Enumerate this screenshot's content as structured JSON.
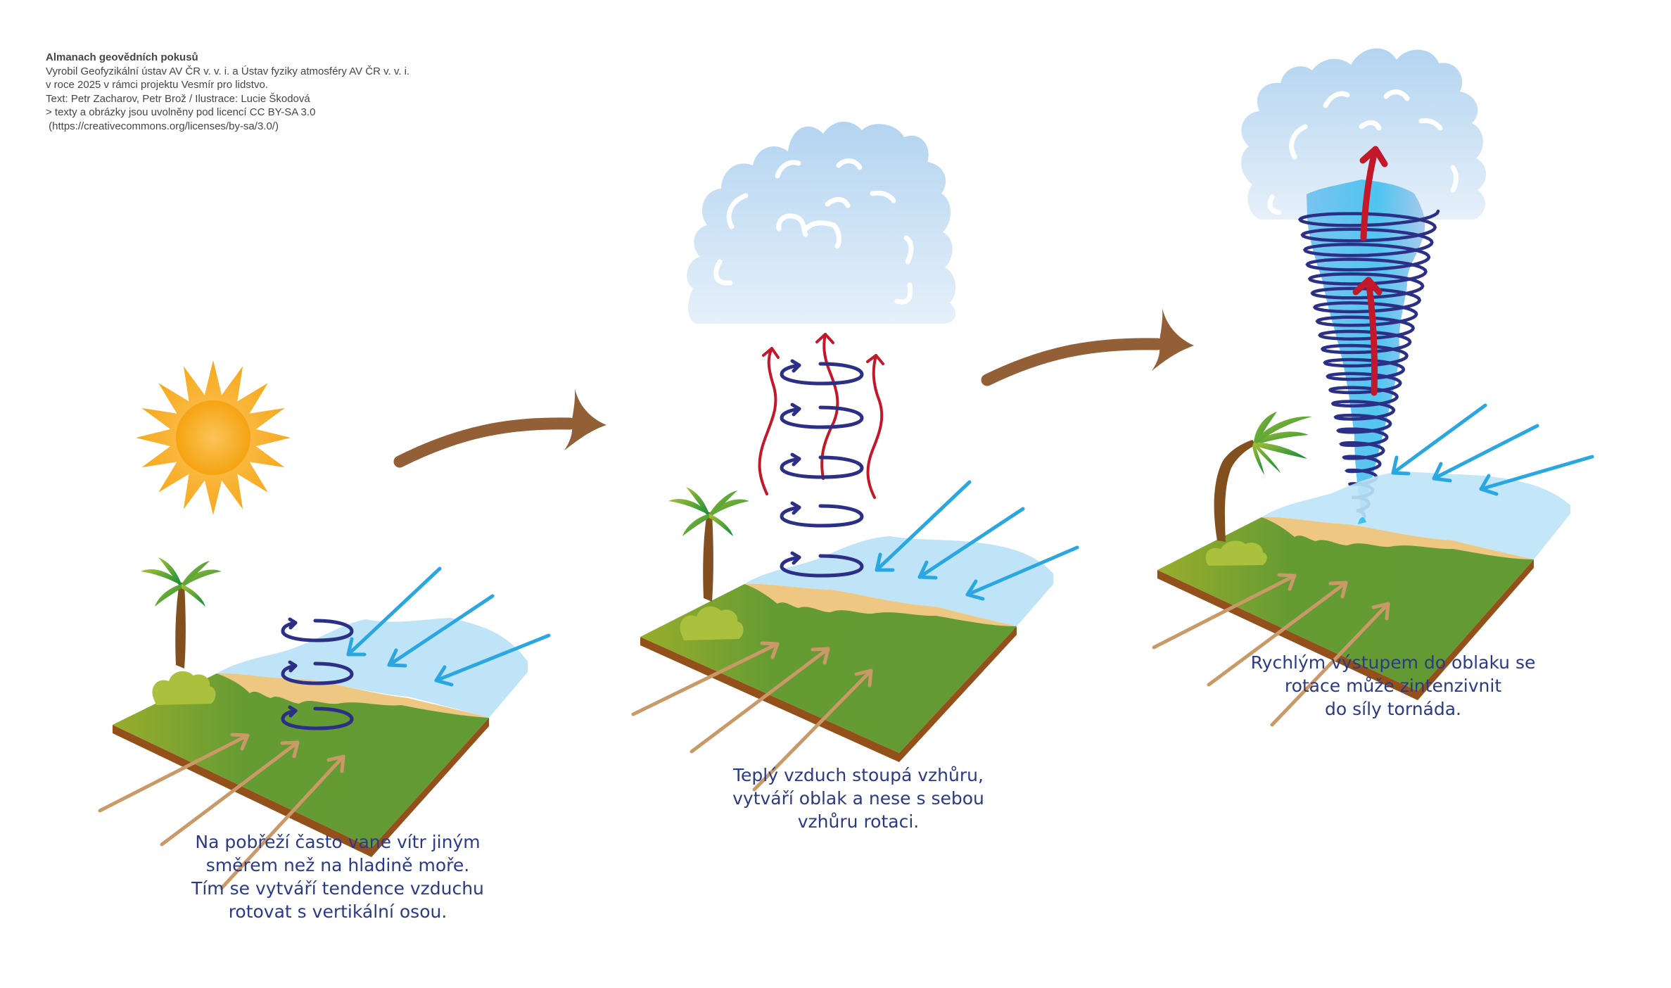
{
  "credits": {
    "title": "Almanach geovědních pokusů",
    "lines": [
      "Vyrobil Geofyzikální ústav AV ČR v. v. i. a Ústav fyziky atmosféry AV ČR v. v. i.",
      "v roce 2025 v rámci projektu Vesmír pro lidstvo.",
      "Text: Petr Zacharov, Petr Brož / Ilustrace: Lucie Škodová",
      "> texty a obrázky jsou uvolněny pod licencí CC BY-SA 3.0",
      " (https://creativecommons.org/licenses/by-sa/3.0/)"
    ]
  },
  "panels": [
    {
      "id": "coastal-wind-shear",
      "caption": [
        "Na pobřeží často vane vítr jiným",
        "směrem než na hladině moře.",
        "Tím se vytváří tendence vzduchu",
        "rotovat s vertikální osou."
      ],
      "elements": [
        "sun",
        "palm-tree",
        "bush",
        "island",
        "sea",
        "land-wind-arrows",
        "sea-wind-arrows",
        "rotation-rings"
      ],
      "rotation_ring_count": 3
    },
    {
      "id": "rising-warm-air",
      "caption": [
        "Teplý vzduch stoupá vzhůru,",
        "vytváří oblak a nese s sebou",
        "vzhůru rotaci."
      ],
      "elements": [
        "cloud",
        "palm-tree",
        "bush",
        "island",
        "sea",
        "land-wind-arrows",
        "sea-wind-arrows",
        "rotation-rings",
        "rising-air-arrows"
      ],
      "rotation_ring_count": 5,
      "rising_arrow_count": 3
    },
    {
      "id": "tornado-formation",
      "caption": [
        "Rychlým výstupem do oblaku se",
        "rotace může zintenzivnit",
        "do síly tornáda."
      ],
      "elements": [
        "cloud",
        "bent-palm-tree",
        "bush",
        "island",
        "sea",
        "land-wind-arrows",
        "sea-wind-arrows",
        "tornado-funnel",
        "updraft-arrows"
      ],
      "updraft_arrow_count": 2
    }
  ],
  "transition_arrows": [
    "step-1-to-2",
    "step-2-to-3"
  ],
  "colors": {
    "caption_text": "#2b3a86",
    "credits_text": "#454545",
    "rotation": "#2b2f86",
    "rising_air": "#c3172a",
    "sea_wind": "#2aa7e0",
    "land_wind": "#c99a67",
    "transition_arrow": "#925f37",
    "grass": "#659b33",
    "soil": "#94501b",
    "sand": "#eec883",
    "sea": "#bfe4f7",
    "cloud_top": "#b5d5f0",
    "cloud_bottom": "#e5eff9",
    "sun": "#f6a91c"
  }
}
